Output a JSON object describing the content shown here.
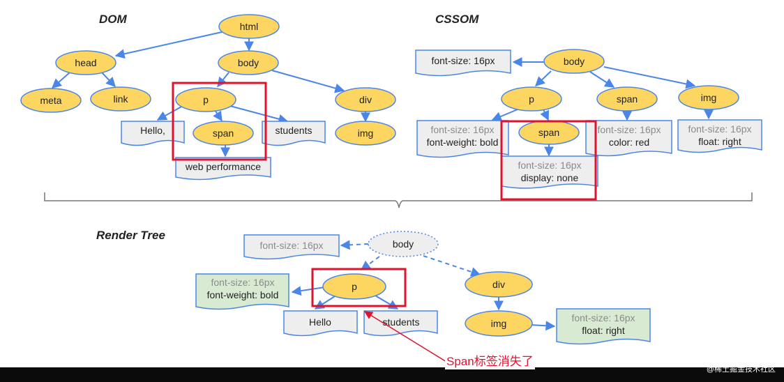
{
  "titles": {
    "dom": "DOM",
    "cssom": "CSSOM",
    "render": "Render Tree"
  },
  "dom": {
    "html": "html",
    "head": "head",
    "body": "body",
    "meta": "meta",
    "link": "link",
    "p": "p",
    "div": "div",
    "hello": "Hello,",
    "span": "span",
    "students": "students",
    "img": "img",
    "web_performance": "web performance"
  },
  "cssom": {
    "body": "body",
    "body_style": "font-size: 16px",
    "p": "p",
    "span": "span",
    "img": "img",
    "p_style": [
      "font-size: 16px",
      "font-weight: bold"
    ],
    "span_child": "span",
    "span_child_style": [
      "font-size: 16px",
      "display: none"
    ],
    "span_style": [
      "font-size: 16px",
      "color: red"
    ],
    "img_style": [
      "font-size: 16px",
      "float: right"
    ]
  },
  "render": {
    "body": "body",
    "body_style": "font-size: 16px",
    "p": "p",
    "p_style": [
      "font-size: 16px",
      "font-weight: bold"
    ],
    "hello": "Hello",
    "students": "students",
    "div": "div",
    "img": "img",
    "img_style": [
      "font-size: 16px",
      "float: right"
    ]
  },
  "annotation": "Span标签消失了",
  "watermark": "@稀土掘金技术社区",
  "colors": {
    "node_fill": "#fdd662",
    "node_stroke": "#4a86e8",
    "grey_box": "#eeeeee",
    "green_box": "#d9ead3",
    "highlight": "#e0132d"
  }
}
